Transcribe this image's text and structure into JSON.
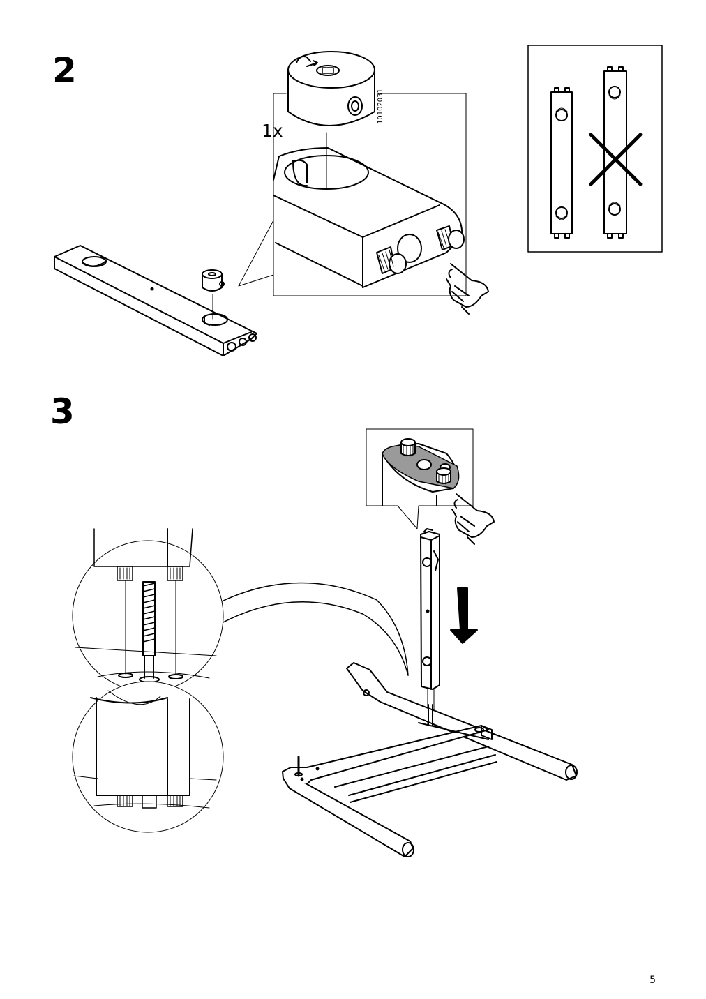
{
  "page": {
    "page_number": "5"
  },
  "step2": {
    "number": "2",
    "quantity_label": "1x",
    "part_number": "10102031",
    "icons": [
      "cam-lock-fitting-icon",
      "finger-press-icon",
      "wrong-orientation-cross-icon"
    ]
  },
  "step3": {
    "number": "3",
    "icons": [
      "finger-press-icon",
      "down-arrow-icon",
      "bolt-detail-icon"
    ]
  },
  "colors": {
    "line": "#000000",
    "background": "#ffffff",
    "shade": "#9a9a9a"
  }
}
